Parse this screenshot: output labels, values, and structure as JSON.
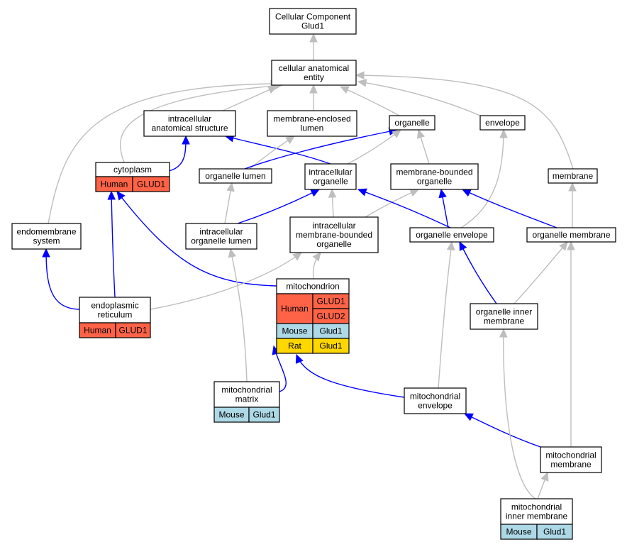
{
  "colors": {
    "edge_gray": "#bebebe",
    "edge_blue": "#0000ff",
    "human": "#ff6347",
    "mouse": "#add8e6",
    "rat": "#ffd700"
  },
  "nodes": {
    "cellular_component": [
      "Cellular Component",
      "Glud1"
    ],
    "cellular_anatomical_entity": [
      "cellular anatomical",
      "entity"
    ],
    "intracellular_anatomical_structure": [
      "intracellular",
      "anatomical structure"
    ],
    "membrane_enclosed_lumen": [
      "membrane-enclosed",
      "lumen"
    ],
    "organelle": [
      "organelle"
    ],
    "envelope": [
      "envelope"
    ],
    "cytoplasm": [
      "cytoplasm"
    ],
    "organelle_lumen": [
      "organelle lumen"
    ],
    "intracellular_organelle": [
      "intracellular",
      "organelle"
    ],
    "membrane_bounded_organelle": [
      "membrane-bounded",
      "organelle"
    ],
    "membrane": [
      "membrane"
    ],
    "endomembrane_system": [
      "endomembrane",
      "system"
    ],
    "intracellular_organelle_lumen": [
      "intracellular",
      "organelle lumen"
    ],
    "intracellular_membrane_bounded_organelle": [
      "intracellular",
      "membrane-bounded",
      "organelle"
    ],
    "organelle_envelope": [
      "organelle envelope"
    ],
    "organelle_membrane": [
      "organelle membrane"
    ],
    "mitochondrion": [
      "mitochondrion"
    ],
    "endoplasmic_reticulum": [
      "endoplasmic",
      "reticulum"
    ],
    "organelle_inner_membrane": [
      "organelle inner",
      "membrane"
    ],
    "mitochondrial_matrix": [
      "mitochondrial",
      "matrix"
    ],
    "mitochondrial_envelope": [
      "mitochondrial",
      "envelope"
    ],
    "mitochondrial_membrane": [
      "mitochondrial",
      "membrane"
    ],
    "mitochondrial_inner_membrane": [
      "mitochondrial",
      "inner membrane"
    ]
  },
  "annotations": {
    "cytoplasm": [
      [
        "Human",
        "GLUD1"
      ]
    ],
    "endoplasmic_reticulum": [
      [
        "Human",
        "GLUD1"
      ]
    ],
    "mitochondrion": [
      [
        "Human",
        "GLUD1",
        "GLUD2"
      ],
      [
        "Mouse",
        "Glud1"
      ],
      [
        "Rat",
        "Glud1"
      ]
    ],
    "mitochondrial_matrix": [
      [
        "Mouse",
        "Glud1"
      ]
    ],
    "mitochondrial_inner_membrane": [
      [
        "Mouse",
        "Glud1"
      ]
    ]
  },
  "edges": [
    {
      "from": "cellular_anatomical_entity",
      "to": "cellular_component",
      "kind": "gray"
    },
    {
      "from": "intracellular_anatomical_structure",
      "to": "cellular_anatomical_entity",
      "kind": "gray"
    },
    {
      "from": "membrane_enclosed_lumen",
      "to": "cellular_anatomical_entity",
      "kind": "gray"
    },
    {
      "from": "organelle",
      "to": "cellular_anatomical_entity",
      "kind": "gray"
    },
    {
      "from": "envelope",
      "to": "cellular_anatomical_entity",
      "kind": "gray"
    },
    {
      "from": "cytoplasm",
      "to": "cellular_anatomical_entity",
      "kind": "gray"
    },
    {
      "from": "endomembrane_system",
      "to": "cellular_anatomical_entity",
      "kind": "gray"
    },
    {
      "from": "membrane",
      "to": "cellular_anatomical_entity",
      "kind": "gray"
    },
    {
      "from": "cytoplasm",
      "to": "intracellular_anatomical_structure",
      "kind": "blue"
    },
    {
      "from": "intracellular_organelle",
      "to": "intracellular_anatomical_structure",
      "kind": "blue"
    },
    {
      "from": "organelle_lumen",
      "to": "membrane_enclosed_lumen",
      "kind": "gray"
    },
    {
      "from": "organelle_lumen",
      "to": "organelle",
      "kind": "blue"
    },
    {
      "from": "intracellular_organelle",
      "to": "organelle",
      "kind": "gray"
    },
    {
      "from": "membrane_bounded_organelle",
      "to": "organelle",
      "kind": "gray"
    },
    {
      "from": "organelle_envelope",
      "to": "envelope",
      "kind": "gray"
    },
    {
      "from": "organelle_membrane",
      "to": "membrane",
      "kind": "gray"
    },
    {
      "from": "intracellular_organelle_lumen",
      "to": "organelle_lumen",
      "kind": "gray"
    },
    {
      "from": "intracellular_organelle_lumen",
      "to": "intracellular_organelle",
      "kind": "blue"
    },
    {
      "from": "intracellular_membrane_bounded_organelle",
      "to": "intracellular_organelle",
      "kind": "gray"
    },
    {
      "from": "intracellular_membrane_bounded_organelle",
      "to": "membrane_bounded_organelle",
      "kind": "gray"
    },
    {
      "from": "organelle_envelope",
      "to": "intracellular_organelle",
      "kind": "blue"
    },
    {
      "from": "organelle_envelope",
      "to": "membrane_bounded_organelle",
      "kind": "blue"
    },
    {
      "from": "organelle_membrane",
      "to": "membrane_bounded_organelle",
      "kind": "blue"
    },
    {
      "from": "endoplasmic_reticulum",
      "to": "endomembrane_system",
      "kind": "blue"
    },
    {
      "from": "endoplasmic_reticulum",
      "to": "cytoplasm",
      "kind": "blue"
    },
    {
      "from": "mitochondrion",
      "to": "cytoplasm",
      "kind": "blue"
    },
    {
      "from": "endoplasmic_reticulum",
      "to": "intracellular_membrane_bounded_organelle",
      "kind": "gray"
    },
    {
      "from": "mitochondrion",
      "to": "intracellular_membrane_bounded_organelle",
      "kind": "gray"
    },
    {
      "from": "organelle_inner_membrane",
      "to": "organelle_envelope",
      "kind": "blue"
    },
    {
      "from": "organelle_inner_membrane",
      "to": "organelle_membrane",
      "kind": "gray"
    },
    {
      "from": "mitochondrial_matrix",
      "to": "intracellular_organelle_lumen",
      "kind": "gray"
    },
    {
      "from": "mitochondrial_matrix",
      "to": "mitochondrion",
      "kind": "blue"
    },
    {
      "from": "mitochondrial_envelope",
      "to": "mitochondrion",
      "kind": "blue"
    },
    {
      "from": "mitochondrial_envelope",
      "to": "organelle_envelope",
      "kind": "gray"
    },
    {
      "from": "mitochondrial_membrane",
      "to": "mitochondrial_envelope",
      "kind": "blue"
    },
    {
      "from": "mitochondrial_membrane",
      "to": "organelle_membrane",
      "kind": "gray"
    },
    {
      "from": "mitochondrial_inner_membrane",
      "to": "mitochondrial_membrane",
      "kind": "gray"
    },
    {
      "from": "mitochondrial_inner_membrane",
      "to": "organelle_inner_membrane",
      "kind": "gray"
    }
  ]
}
